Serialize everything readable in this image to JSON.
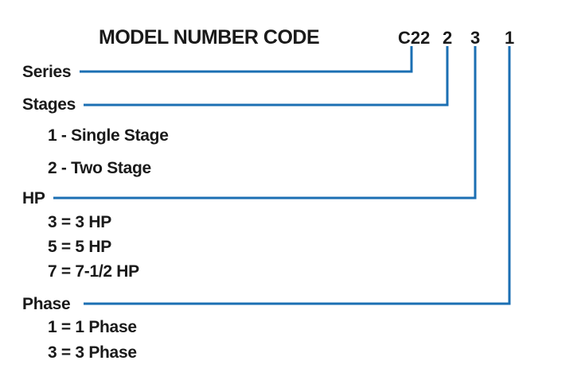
{
  "title": "MODEL NUMBER CODE",
  "code": {
    "series": "C22",
    "stages": "2",
    "hp": "3",
    "phase": "1"
  },
  "fields": [
    {
      "label": "Series",
      "options": []
    },
    {
      "label": "Stages",
      "options": [
        "1 - Single Stage",
        "2 - Two Stage"
      ]
    },
    {
      "label": "HP",
      "options": [
        "3 = 3 HP",
        "5 = 5 HP",
        "7 = 7-1/2 HP"
      ]
    },
    {
      "label": "Phase",
      "options": [
        "1 = 1 Phase",
        "3 = 3 Phase"
      ]
    }
  ],
  "colors": {
    "connector": "#1b6fb3",
    "text": "#1a1a1a"
  }
}
